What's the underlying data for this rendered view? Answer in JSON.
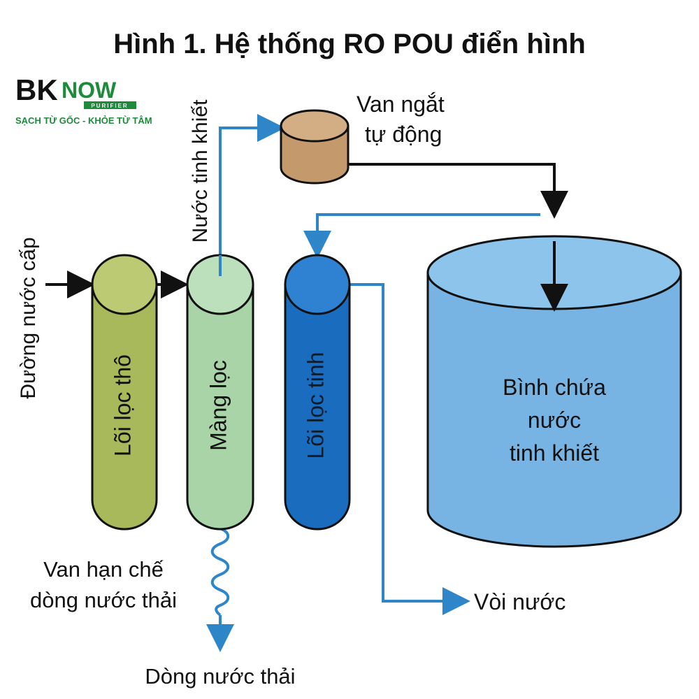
{
  "title": "Hình 1. Hệ thống RO POU điển hình",
  "logo": {
    "mark": "BK",
    "name": "NOW",
    "sub": "PURIFIER",
    "tagline": "SẠCH TỪ GỐC - KHỎE TỪ TÂM"
  },
  "labels": {
    "inlet": "Đường nước cấp",
    "pure_water": "Nước tinh khiết",
    "shutoff_line1": "Van ngắt",
    "shutoff_line2": "tự động",
    "flow_restrictor_line1": "Van hạn chế",
    "flow_restrictor_line2": "dòng nước thải",
    "waste": "Dòng nước thải",
    "faucet": "Vòi nước"
  },
  "components": {
    "pre_filter": "Lõi lọc thô",
    "membrane": "Màng lọc",
    "post_filter": "Lõi lọc tinh",
    "tank_line1": "Bình chứa",
    "tank_line2": "nước",
    "tank_line3": "tinh khiết"
  },
  "colors": {
    "pre_filter": "#a7b95a",
    "membrane": "#a9d4a8",
    "post_filter": "#1a6cbf",
    "tank": "#77b4e3",
    "valve": "#c49a6c",
    "blue_line": "#2e86c8",
    "black_line": "#111111"
  }
}
